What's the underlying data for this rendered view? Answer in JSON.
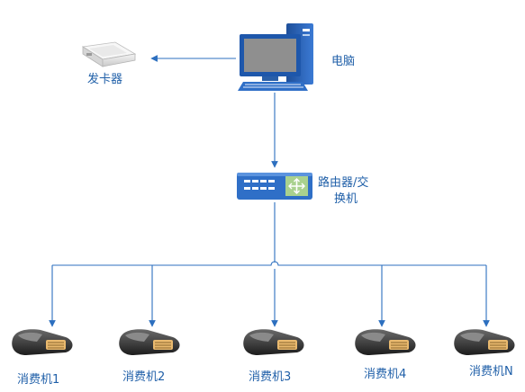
{
  "nodes": {
    "computer": {
      "label": "电脑"
    },
    "card_issuer": {
      "label": "发卡器"
    },
    "router": {
      "label_line1": "路由器/交",
      "label_line2": "换机"
    },
    "terminals": [
      {
        "label": "消费机1"
      },
      {
        "label": "消费机2"
      },
      {
        "label": "消费机3"
      },
      {
        "label": "消费机4"
      },
      {
        "label": "消费机N"
      }
    ]
  },
  "colors": {
    "line": "#2c6fbf",
    "label": "#1f5fa8",
    "monitor_screen": "#8f8f8f",
    "router_body": "#2f6fc7",
    "terminal_body": "#3a3a3a"
  }
}
